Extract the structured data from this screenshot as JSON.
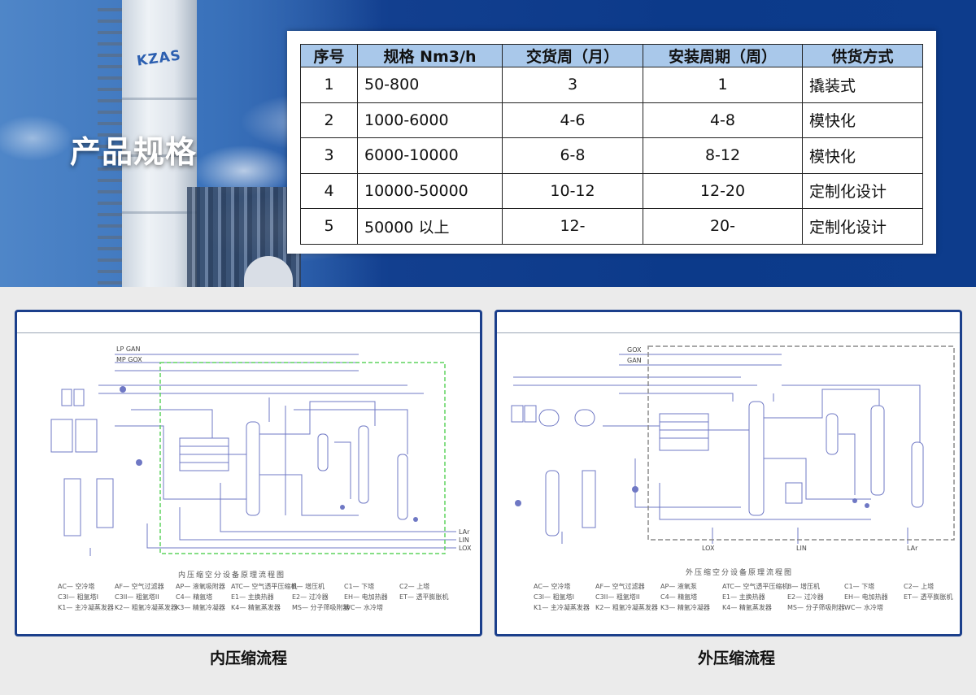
{
  "banner": {
    "title": "产品规格",
    "tower_logo": "KZAS"
  },
  "spec_table": {
    "headers": [
      "序号",
      "规格 Nm3/h",
      "交货周（月）",
      "安装周期（周）",
      "供货方式"
    ],
    "rows": [
      [
        "1",
        "50-800",
        "3",
        "1",
        "撬装式"
      ],
      [
        "2",
        "1000-6000",
        "4-6",
        "4-8",
        "模快化"
      ],
      [
        "3",
        "6000-10000",
        "6-8",
        "8-12",
        "模快化"
      ],
      [
        "4",
        "10000-50000",
        "10-12",
        "12-20",
        "定制化设计"
      ],
      [
        "5",
        "50000 以上",
        "12-",
        "20-",
        "定制化设计"
      ]
    ]
  },
  "internal_diagram": {
    "caption": "内压缩流程",
    "title": "内压缩空分设备原理流程图",
    "top_labels": [
      "LP GAN",
      "MP GOX"
    ],
    "outputs": [
      "LAr",
      "LIN",
      "LOX"
    ],
    "legend": [
      [
        "AC— 空冷塔",
        "AF— 空气过滤器",
        "AP— 液氧吸附器",
        "ATC— 空气透平压缩机",
        "B— 增压机",
        "C1— 下塔",
        "C2— 上塔"
      ],
      [
        "C3I— 粗氩塔I",
        "C3II— 粗氩塔II",
        "C4— 精氩塔",
        "E1— 主换热器",
        "E2— 过冷器",
        "EH— 电加热器",
        "ET— 透平膨胀机"
      ],
      [
        "K1— 主冷凝蒸发器",
        "K2— 粗氩冷凝蒸发器",
        "K3— 精氩冷凝器",
        "K4— 精氩蒸发器",
        "MS— 分子筛吸附器",
        "WC— 水冷塔",
        ""
      ]
    ]
  },
  "external_diagram": {
    "caption": "外压缩流程",
    "title": "外压缩空分设备原理流程图",
    "top_labels": [
      "GOX",
      "GAN"
    ],
    "outputs": [
      "LOX",
      "LIN",
      "LAr"
    ],
    "legend": [
      [
        "AC— 空冷塔",
        "AF— 空气过滤器",
        "AP— 液氧泵",
        "ATC— 空气透平压缩机",
        "B— 增压机",
        "C1— 下塔",
        "C2— 上塔"
      ],
      [
        "C3I— 粗氩塔I",
        "C3II— 粗氩塔II",
        "C4— 精氩塔",
        "E1— 主换热器",
        "E2— 过冷器",
        "EH— 电加热器",
        "ET— 透平膨胀机"
      ],
      [
        "K1— 主冷凝蒸发器",
        "K2— 粗氩冷凝蒸发器",
        "K3— 精氩冷凝器",
        "K4— 精氩蒸发器",
        "MS— 分子筛吸附器",
        "WC— 水冷塔",
        ""
      ]
    ]
  }
}
